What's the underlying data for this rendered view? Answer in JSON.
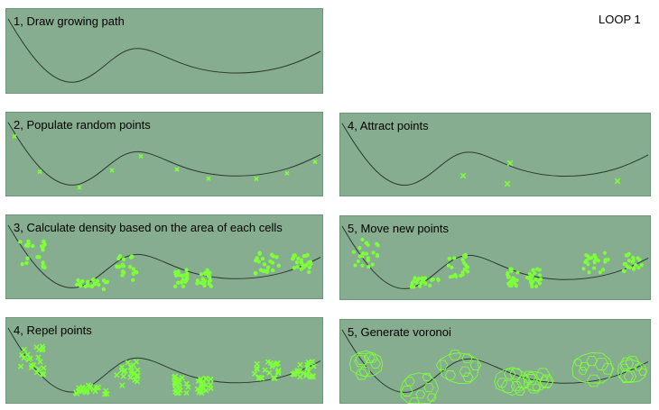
{
  "loop_label": "LOOP 1",
  "colors": {
    "panel_bg": "#86ad8f",
    "panel_border": "#6f9577",
    "curve": "#2b3a2e",
    "points": "#7dff3a"
  },
  "panels": [
    {
      "id": "p1",
      "label": "1, Draw growing path",
      "content": "path"
    },
    {
      "id": "p2",
      "label": "2, Populate random points",
      "content": "points"
    },
    {
      "id": "p3",
      "label": "3, Calculate density based on the area of each cells",
      "content": "density"
    },
    {
      "id": "p4",
      "label": "4, Repel points",
      "content": "repel"
    },
    {
      "id": "p5",
      "label": "4, Attract points",
      "content": "attract"
    },
    {
      "id": "p6",
      "label": "5, Move new points",
      "content": "move"
    },
    {
      "id": "p7",
      "label": "5, Generate voronoi",
      "content": "voronoi"
    }
  ]
}
